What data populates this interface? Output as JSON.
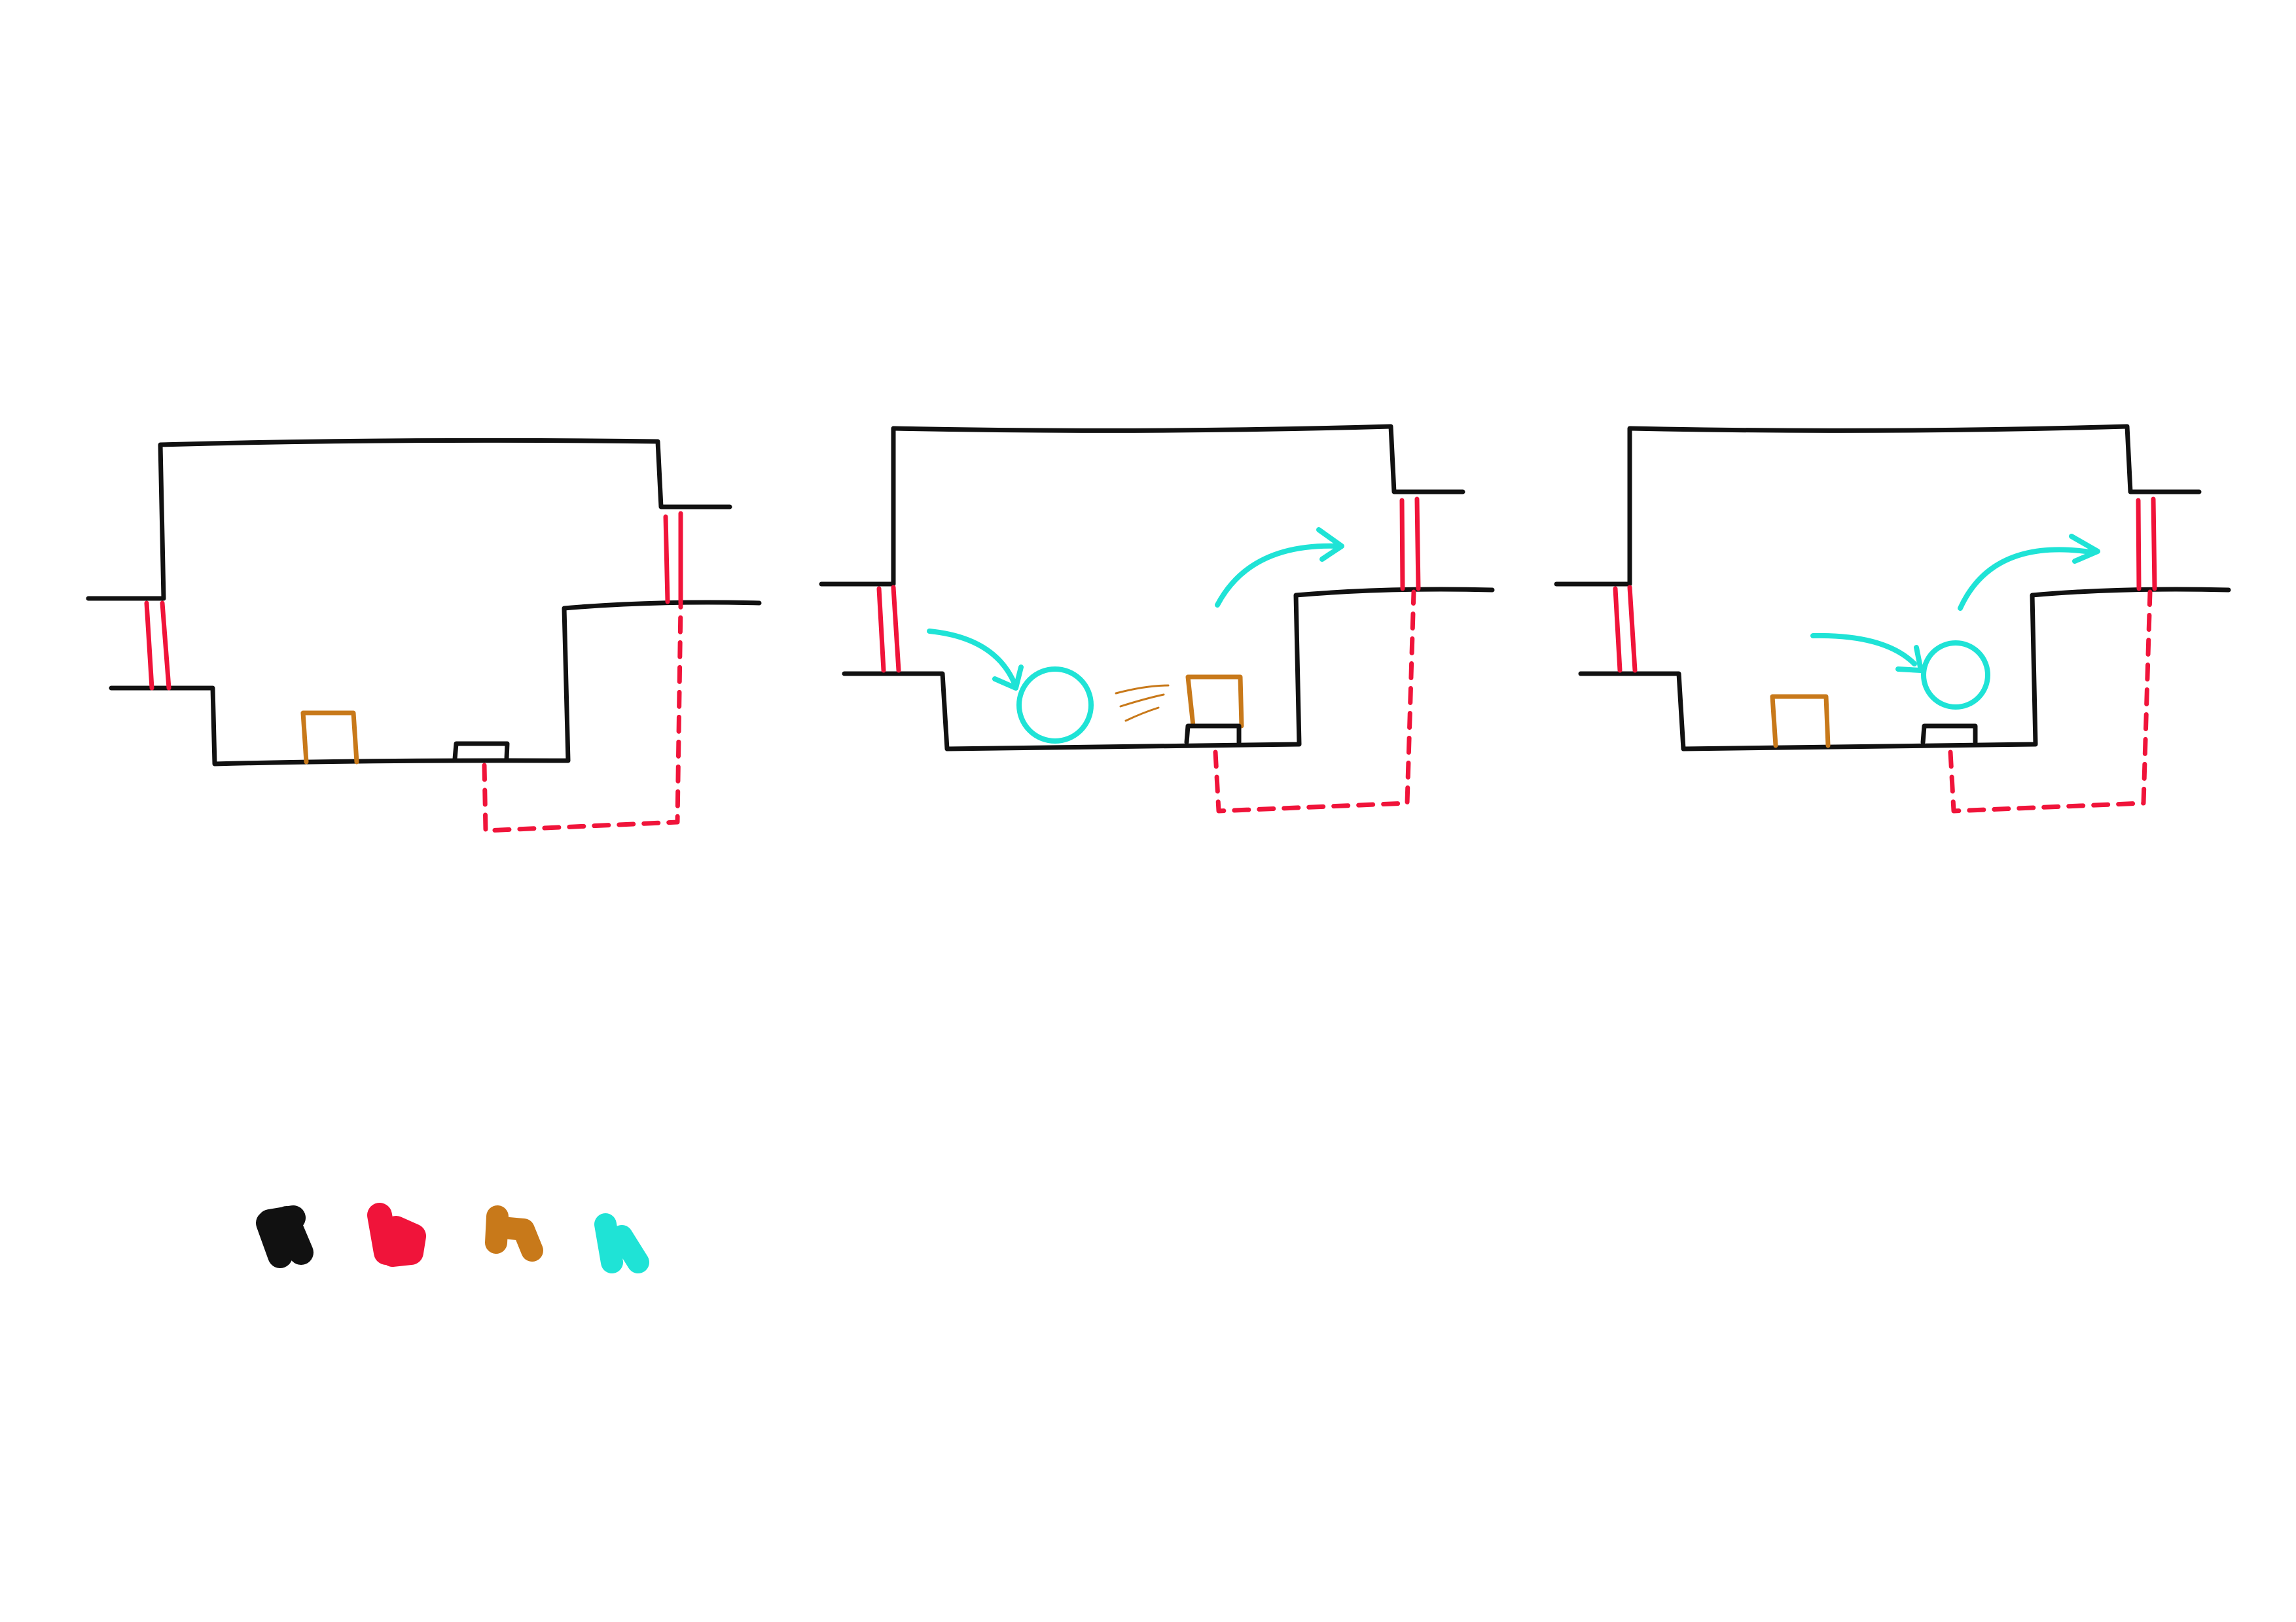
{
  "palette": {
    "wall": "#111111",
    "door_and_wire": "#f0143a",
    "crate": "#c8791a",
    "player": "#1fe3d6"
  },
  "panels": [
    {
      "id": "panel-1",
      "crate_on_plate": false,
      "player_visible": false
    },
    {
      "id": "panel-2",
      "crate_on_plate": true,
      "player_visible": true
    },
    {
      "id": "panel-3",
      "crate_on_plate": false,
      "player_visible": true
    }
  ],
  "legend": {
    "swatches": [
      {
        "id": "black",
        "color": "#111111"
      },
      {
        "id": "red",
        "color": "#f0143a"
      },
      {
        "id": "orange",
        "color": "#c8791a"
      },
      {
        "id": "cyan",
        "color": "#1fe3d6"
      }
    ]
  }
}
